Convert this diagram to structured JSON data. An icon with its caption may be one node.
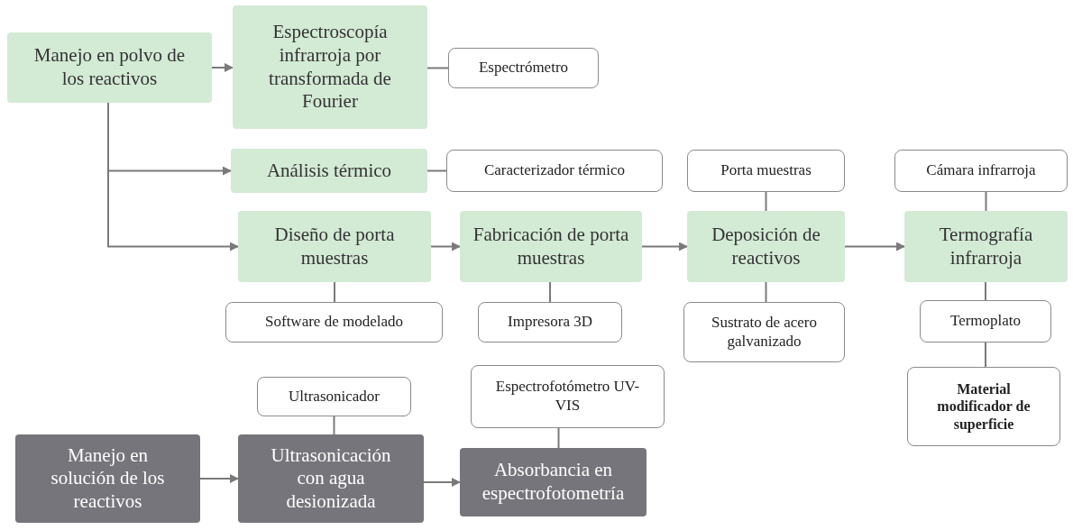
{
  "diagram": {
    "nodes": [
      {
        "text": [
          "Manejo en polvo de los reactivos"
        ]
      },
      {
        "text": [
          "Espectroscopía infrarroja por transformada de Fourier"
        ]
      },
      {
        "text": [
          "Espectrómetro"
        ]
      },
      {
        "text": [
          "Análisis térmico"
        ]
      },
      {
        "text": [
          "Caracterizador térmico"
        ]
      },
      {
        "text": [
          "Diseño de porta muestras"
        ]
      },
      {
        "text": [
          "Fabricación de porta muestras"
        ]
      },
      {
        "text": [
          "Porta muestras"
        ]
      },
      {
        "text": [
          "Deposición de reactivos"
        ]
      },
      {
        "text": [
          "Cámara infrarroja"
        ]
      },
      {
        "text": [
          "Termografía infrarroja"
        ]
      },
      {
        "text": [
          "Software de modelado"
        ]
      },
      {
        "text": [
          "Impresora 3D"
        ]
      },
      {
        "text": [
          "Sustrato de acero galvanizado"
        ]
      },
      {
        "text": [
          "Termoplato"
        ]
      },
      {
        "text": [
          "Material modificador de superficie"
        ]
      },
      {
        "text": [
          "Ultrasonicador"
        ]
      },
      {
        "text": [
          "Espectrofotómetro UV-VIS"
        ]
      },
      {
        "text": [
          "Manejo en solución de los reactivos"
        ]
      },
      {
        "text": [
          "Ultrasonicación con agua desionizada"
        ]
      },
      {
        "text": [
          "Absorbancia en espectrofotometría"
        ]
      }
    ],
    "edges": [
      {
        "from": 0,
        "to": 1,
        "arrow": "to"
      },
      {
        "from": 0,
        "to": 3,
        "arrow": "to"
      },
      {
        "from": 0,
        "to": 5,
        "arrow": "to"
      },
      {
        "from": 1,
        "to": 2,
        "arrow": "none"
      },
      {
        "from": 3,
        "to": 4,
        "arrow": "none"
      },
      {
        "from": 5,
        "to": 6,
        "arrow": "to"
      },
      {
        "from": 6,
        "to": 8,
        "arrow": "to"
      },
      {
        "from": 8,
        "to": 10,
        "arrow": "to"
      },
      {
        "from": 5,
        "to": 11,
        "arrow": "none"
      },
      {
        "from": 6,
        "to": 12,
        "arrow": "none"
      },
      {
        "from": 7,
        "to": 8,
        "arrow": "none"
      },
      {
        "from": 8,
        "to": 13,
        "arrow": "none"
      },
      {
        "from": 9,
        "to": 10,
        "arrow": "none"
      },
      {
        "from": 10,
        "to": 14,
        "arrow": "none"
      },
      {
        "from": 14,
        "to": 15,
        "arrow": "none"
      },
      {
        "from": 16,
        "to": 19,
        "arrow": "none"
      },
      {
        "from": 17,
        "to": 20,
        "arrow": "none"
      },
      {
        "from": 18,
        "to": 19,
        "arrow": "to"
      },
      {
        "from": 19,
        "to": 20,
        "arrow": "to"
      }
    ]
  }
}
